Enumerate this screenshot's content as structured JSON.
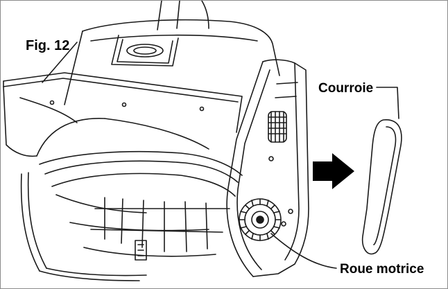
{
  "figure": {
    "label": "Fig. 12",
    "callouts": {
      "belt": "Courroie",
      "drive_wheel": "Roue motrice"
    }
  },
  "colors": {
    "line": "#1a1a1a",
    "arrow": "#000000",
    "frame": "#8a8a8a",
    "background": "#ffffff"
  },
  "icons": [
    "right-arrow-icon"
  ]
}
